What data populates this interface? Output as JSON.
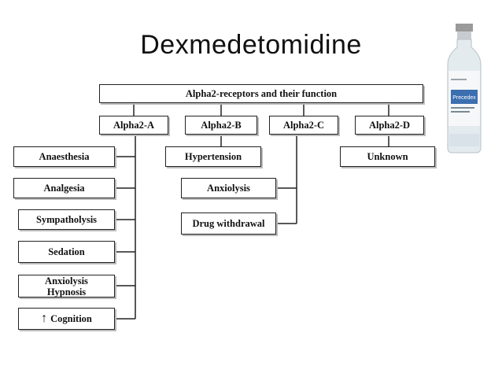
{
  "slide": {
    "title": "Dexmedetomidine"
  },
  "diagram": {
    "root": "Alpha2-receptors and their function",
    "subtypes": [
      "Alpha2-A",
      "Alpha2-B",
      "Alpha2-C",
      "Alpha2-D"
    ],
    "alpha2a_functions": [
      "Anaesthesia",
      "Analgesia",
      "Sympatholysis",
      "Sedation",
      "Anxiolysis",
      "Hypnosis",
      "Cognition"
    ],
    "cognition_arrow": "↑",
    "alpha2b_functions": [
      "Hypertension"
    ],
    "alpha2c_functions": [
      "Anxiolysis",
      "Drug withdrawal"
    ],
    "alpha2d_functions": [
      "Unknown"
    ]
  },
  "image": {
    "vial_label": "Precedex"
  }
}
